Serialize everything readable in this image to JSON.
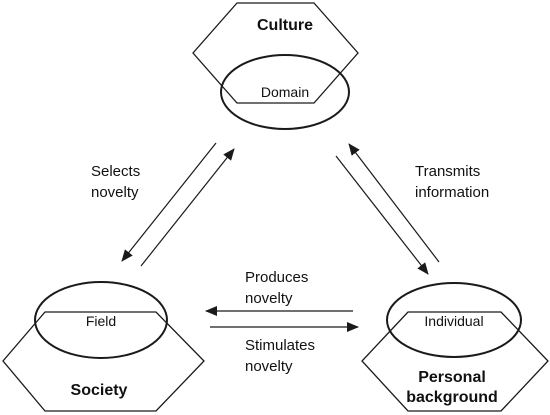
{
  "nodes": {
    "culture": {
      "title": "Culture",
      "inner": "Domain"
    },
    "society": {
      "title": "Society",
      "inner": "Field"
    },
    "person": {
      "title_line1": "Personal",
      "title_line2": "background",
      "inner": "Individual"
    }
  },
  "edges": {
    "selects": {
      "line1": "Selects",
      "line2": "novelty"
    },
    "transmits": {
      "line1": "Transmits",
      "line2": "information"
    },
    "produces": {
      "line1": "Produces",
      "line2": "novelty"
    },
    "stimulates": {
      "line1": "Stimulates",
      "line2": "novelty"
    }
  }
}
